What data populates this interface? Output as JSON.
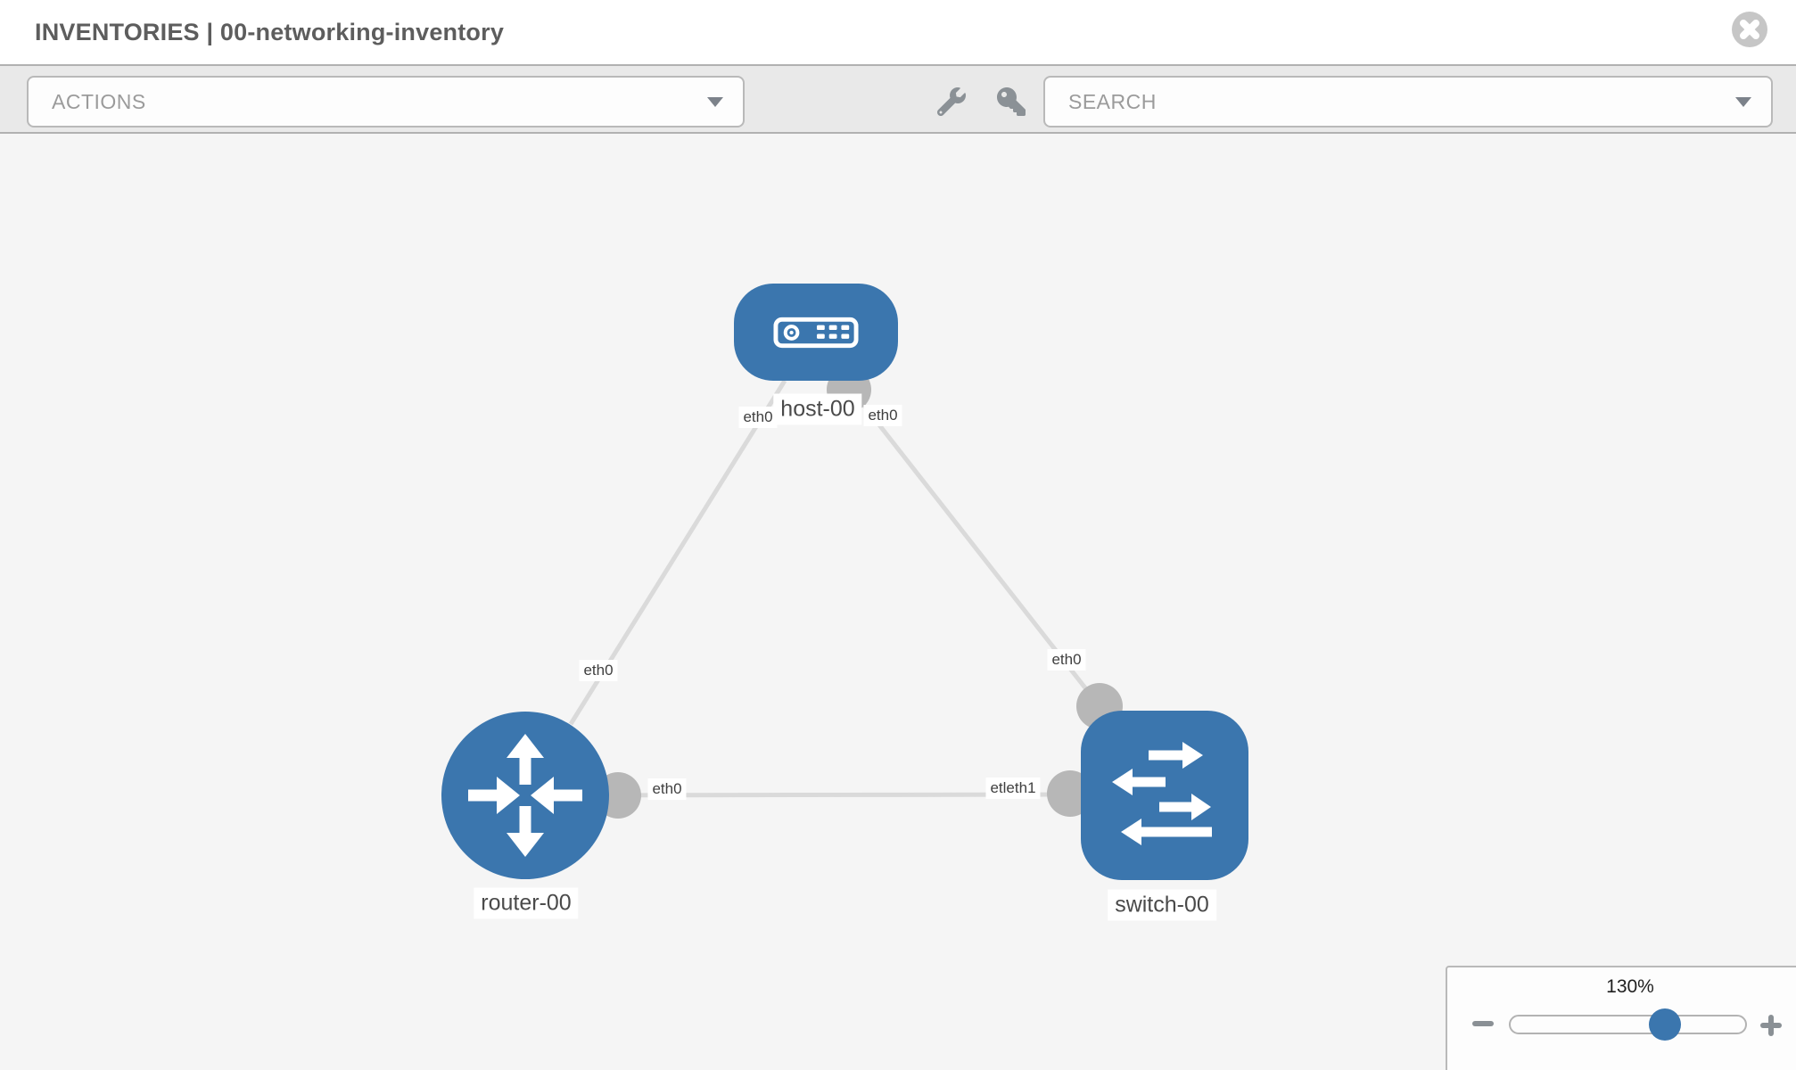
{
  "header": {
    "title": "INVENTORIES | 00-networking-inventory"
  },
  "toolbar": {
    "actions_label": "ACTIONS",
    "search_placeholder": "SEARCH"
  },
  "diagram": {
    "nodes": [
      {
        "id": "host-00",
        "type": "host",
        "label": "host-00"
      },
      {
        "id": "router-00",
        "type": "router",
        "label": "router-00"
      },
      {
        "id": "switch-00",
        "type": "switch",
        "label": "switch-00"
      }
    ],
    "interfaces": {
      "host_left": "eth0",
      "host_right": "eth0",
      "router_top": "eth0",
      "router_right": "eth0",
      "switch_top": "eth0",
      "switch_left": "etleth1"
    }
  },
  "zoom_panel": {
    "level": "130%"
  },
  "icons": {
    "close": "x-circle-icon",
    "actions_caret": "chevron-down-icon",
    "wrench": "wrench-icon",
    "key": "key-icon",
    "search_caret": "chevron-down-icon",
    "zoom_out": "minus-icon",
    "zoom_in": "plus-icon"
  },
  "colors": {
    "node_blue": "#3b76ae",
    "link_gray": "#dadada",
    "endpoint_gray": "#b7b7b7",
    "canvas_bg": "#f5f5f5",
    "toolbar_bg": "#e9e9e9",
    "muted_text": "#9b9b9b",
    "title_text": "#5d5d5d"
  }
}
